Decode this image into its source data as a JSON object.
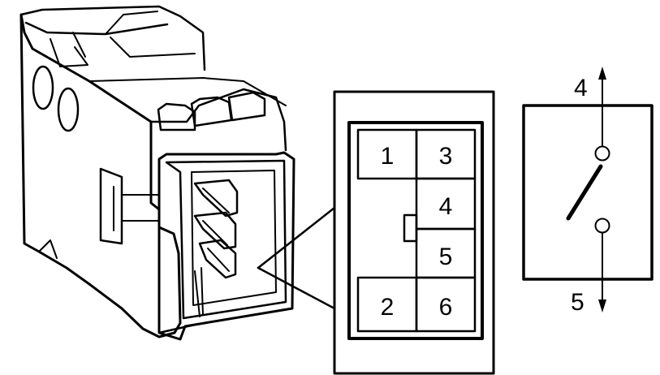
{
  "connector_view": {
    "cavities": [
      {
        "pin": "1"
      },
      {
        "pin": "3"
      },
      {
        "pin": "4"
      },
      {
        "pin": "5"
      },
      {
        "pin": "2"
      },
      {
        "pin": "6"
      }
    ]
  },
  "switch_symbol": {
    "top_terminal": "4",
    "bottom_terminal": "5"
  }
}
